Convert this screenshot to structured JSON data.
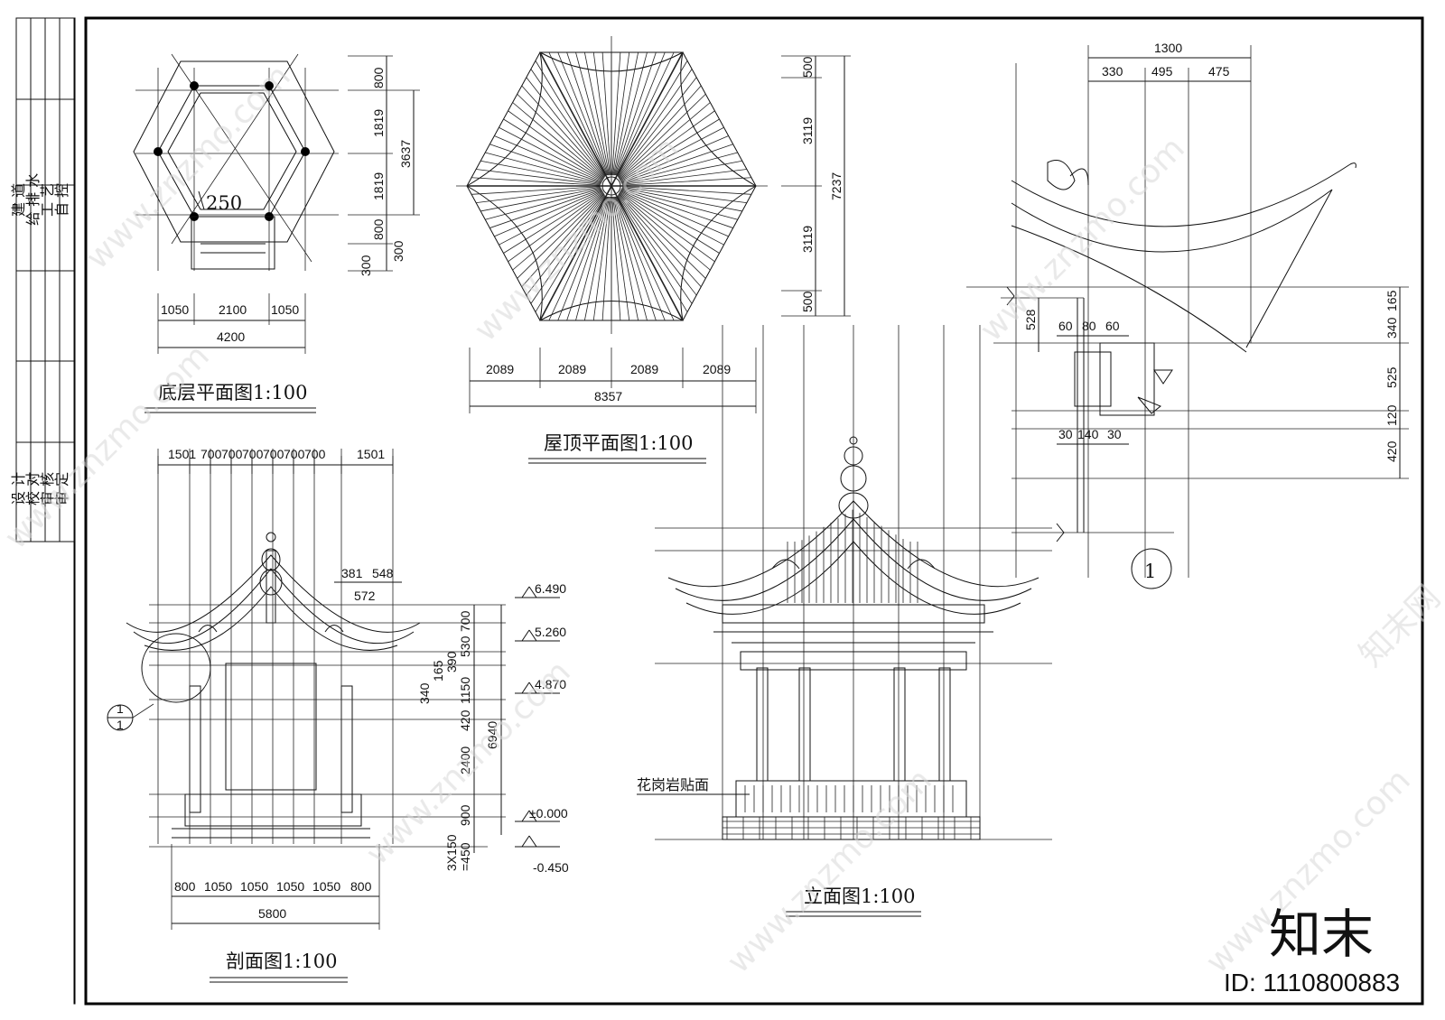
{
  "titles": {
    "ground_plan": "底层平面图1:100",
    "roof_plan": "屋顶平面图1:100",
    "section": "剖面图1:100",
    "elevation": "立面图1:100"
  },
  "labels": {
    "granite": "花岗岩贴面",
    "detail_circle": "1",
    "detail_ref_top": "1",
    "detail_ref_bottom": "1",
    "radius": "250"
  },
  "title_block": {
    "col1_top": "建 道",
    "col2_top": "给 排 水",
    "col3_top": "工 艺",
    "col4_top": "自 控",
    "col1_bottom": "设 计",
    "col2_bottom": "校 对",
    "col3_bottom": "审 核",
    "col4_bottom": "审 定"
  },
  "ground_plan_dims": {
    "bottom": [
      "1050",
      "2100",
      "1050"
    ],
    "total": "4200",
    "right": [
      "800",
      "1819",
      "1819",
      "800",
      "300"
    ],
    "right_total": "3637",
    "right_extra": "300"
  },
  "roof_plan_dims": {
    "bottom": [
      "2089",
      "2089",
      "2089",
      "2089"
    ],
    "total": "8357",
    "right": [
      "500",
      "3119",
      "3119",
      "500"
    ],
    "right_total": "7237"
  },
  "section_dims": {
    "top": [
      "1501",
      "700",
      "700",
      "700",
      "700",
      "700",
      "700",
      "1501"
    ],
    "bottom": [
      "800",
      "1050",
      "1050",
      "1050",
      "1050",
      "800"
    ],
    "total": "5800",
    "top_right": [
      "381",
      "548"
    ],
    "top_right_sub": "572",
    "vertical": [
      "700",
      "530",
      "390",
      "165",
      "340",
      "1150",
      "420",
      "2400",
      "900"
    ],
    "vertical_total": "6940",
    "foot": "3X150",
    "foot2": "=450",
    "levels": [
      "6.490",
      "5.260",
      "4.870",
      "±0.000",
      "-0.450"
    ]
  },
  "detail_dims": {
    "top_total": "1300",
    "top": [
      "330",
      "495",
      "475"
    ],
    "mid": [
      "528",
      "60",
      "80",
      "60"
    ],
    "bottom": [
      "30",
      "140",
      "30"
    ],
    "right": [
      "165",
      "340",
      "525",
      "120",
      "420"
    ]
  },
  "watermarks": [
    "www.znzmo.com",
    "知末网",
    "知末",
    "ID: 1110800883"
  ]
}
